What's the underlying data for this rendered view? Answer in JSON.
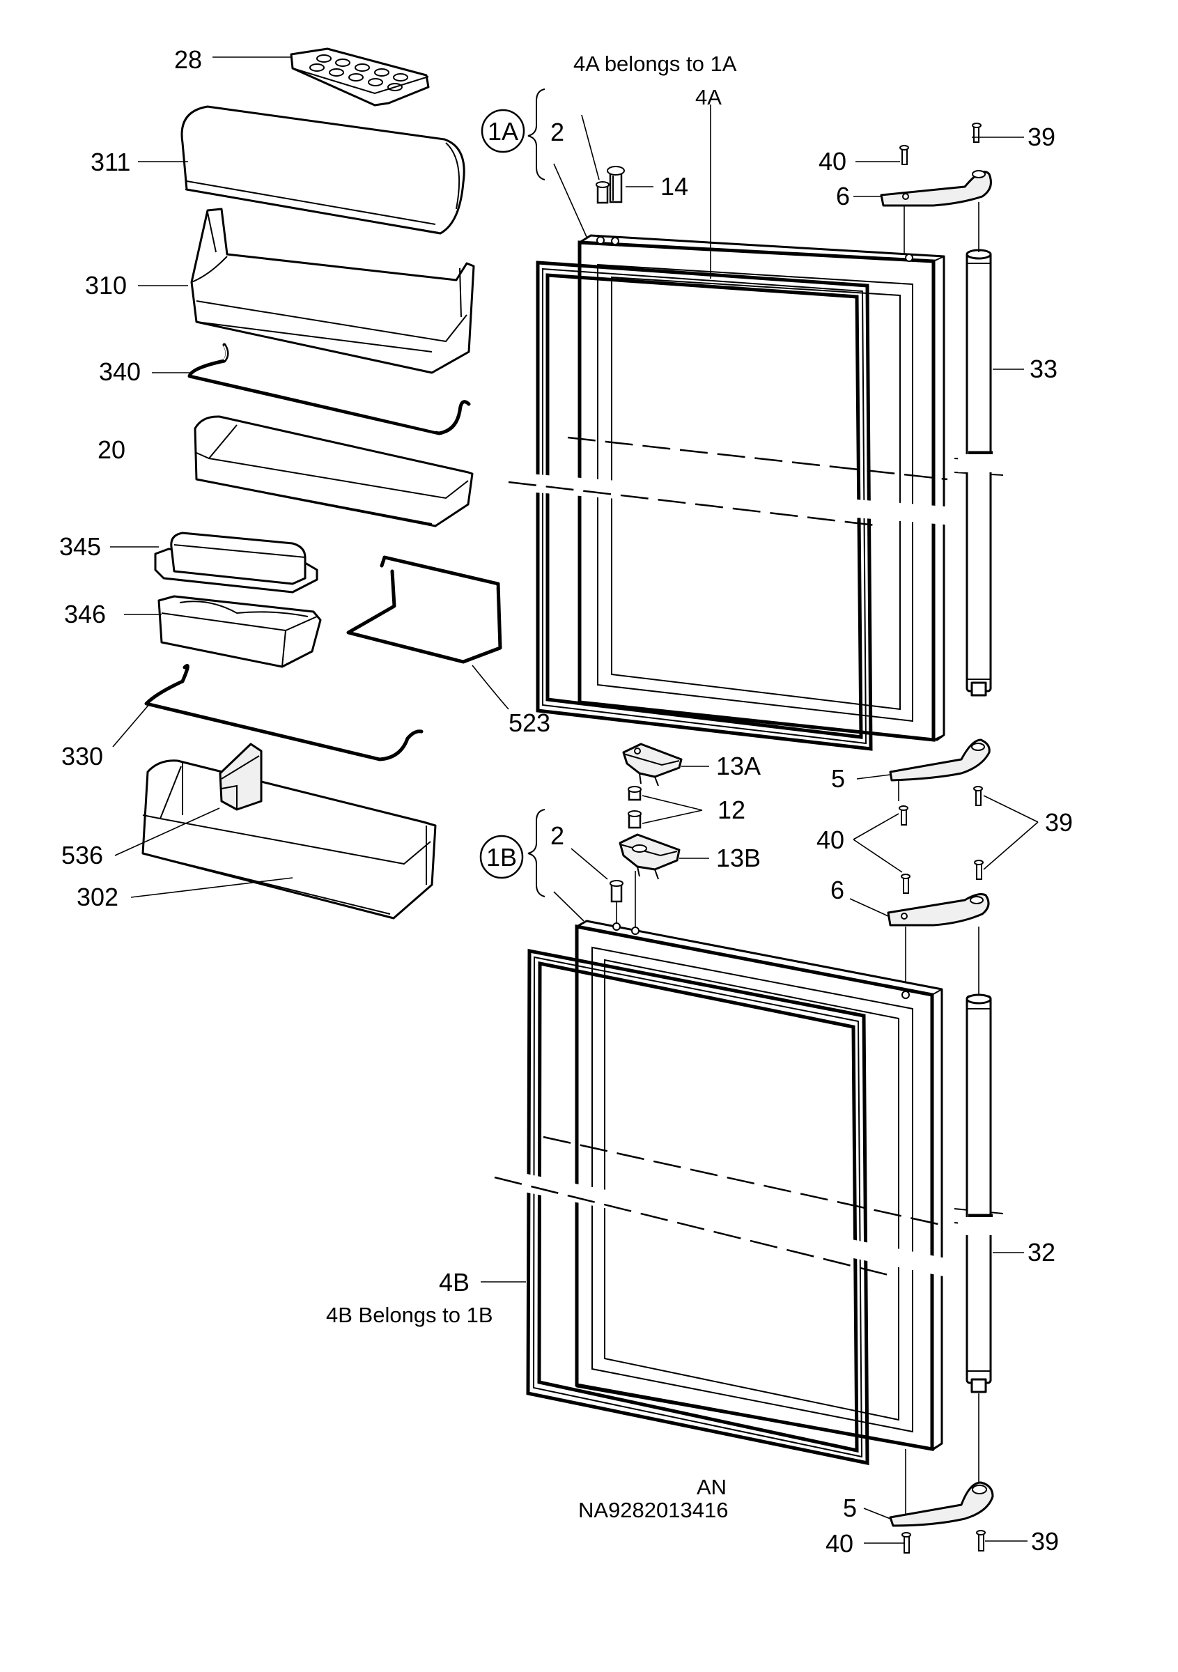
{
  "diagram": {
    "doc_code": "NA9282013416",
    "region_code": "AN",
    "notes": {
      "belongs_1a": "4A belongs to 1A",
      "belongs_1b": "4B  Belongs to 1B"
    },
    "assemblies": {
      "upper": "1A",
      "lower": "1B"
    },
    "callouts": {
      "p28": "28",
      "p311": "311",
      "p310": "310",
      "p340": "340",
      "p20": "20",
      "p345": "345",
      "p346": "346",
      "p523": "523",
      "p330": "330",
      "p536": "536",
      "p302": "302",
      "p4a": "4A",
      "p2_top": "2",
      "p14": "14",
      "p40_top": "40",
      "p39_top": "39",
      "p6_top": "6",
      "p33": "33",
      "p13a": "13A",
      "p5_mid": "5",
      "p12": "12",
      "p40_mid": "40",
      "p39_mid": "39",
      "p2_low": "2",
      "p13b": "13B",
      "p6_low": "6",
      "p32": "32",
      "p4b": "4B",
      "p5_bot": "5",
      "p40_bot": "40",
      "p39_bot": "39"
    }
  }
}
